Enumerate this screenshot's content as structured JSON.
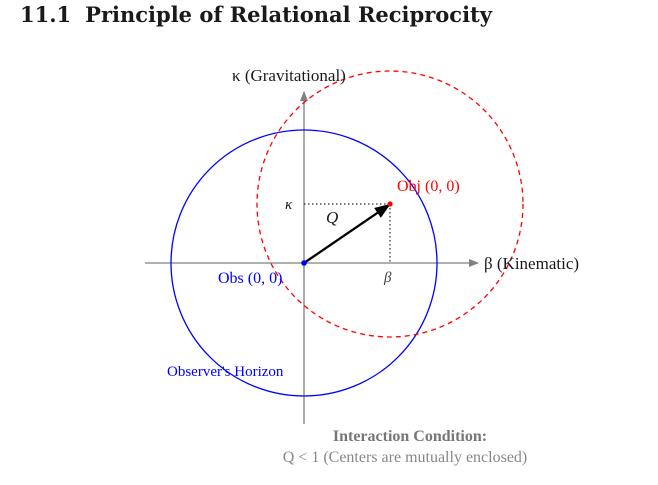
{
  "heading": {
    "number": "11.1",
    "title": "Principle of Relational Reciprocity"
  },
  "axes": {
    "vertical_label": "κ (Gravitational)",
    "horizontal_label": "β (Kinematic)",
    "kappa_tick": "κ",
    "beta_tick": "β"
  },
  "points": {
    "observer": {
      "label": "Obs (0, 0)",
      "color": "#0000ff"
    },
    "object": {
      "label": "Obj (0, 0)",
      "color": "#ff0000"
    }
  },
  "vector_label": "Q",
  "horizon_label": "Observer's Horizon",
  "condition": {
    "title": "Interaction Condition:",
    "text": "Q < 1 (Centers are mutually enclosed)"
  },
  "colors": {
    "axis": "#808080",
    "observer": "#0000ff",
    "object": "#ff0000",
    "vector": "#000000"
  }
}
